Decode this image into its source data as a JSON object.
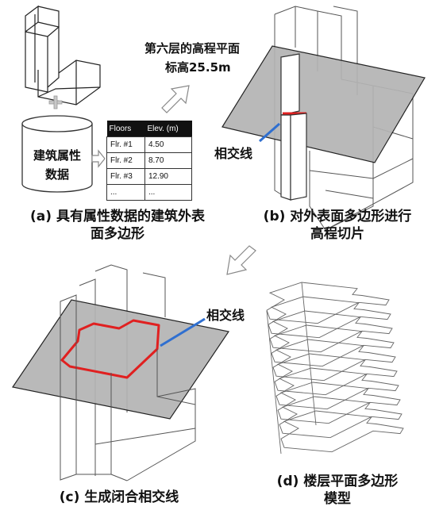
{
  "captions": {
    "a_line1": "(a) 具有属性数据的建筑外表",
    "a_line2": "面多边形",
    "b_line1": "(b) 对外表面多边形进行",
    "b_line2": "高程切片",
    "c": "(c) 生成闭合相交线",
    "d_line1": "(d) 楼层平面多边形",
    "d_line2": "模型"
  },
  "panel_a": {
    "cylinder_line1": "建筑属性",
    "cylinder_line2": "数据",
    "plus_symbol": "+",
    "table": {
      "headers": [
        "Floors",
        "Elev. (m)"
      ],
      "rows": [
        [
          "Flr. #1",
          "4.50"
        ],
        [
          "Flr. #2",
          "8.70"
        ],
        [
          "Flr. #3",
          "12.90"
        ],
        [
          "...",
          "..."
        ]
      ]
    }
  },
  "panel_b": {
    "plane_label_line1": "第六层的高程平面",
    "plane_label_line2": "标高25.5m",
    "intersection_label": "相交线"
  },
  "panel_c": {
    "intersection_label": "相交线"
  },
  "colors": {
    "intersection_red": "#e02020",
    "leader_blue": "#2f6fd0",
    "plane_gray": "#b4b4b4"
  }
}
